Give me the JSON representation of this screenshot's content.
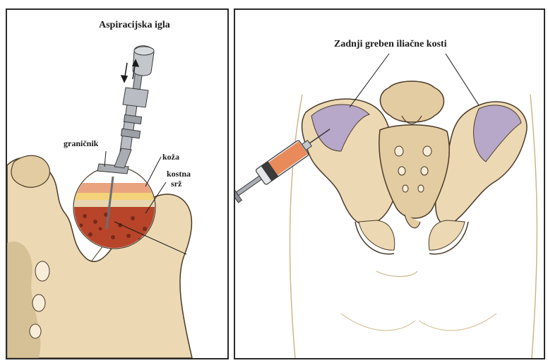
{
  "left_panel": {
    "title": "Aspiracijska igla",
    "labels": {
      "stopper": "graničnik",
      "skin": "koža",
      "marrow_line1": "kostna",
      "marrow_line2": "srž"
    }
  },
  "right_panel": {
    "title": "Zadnji greben iliačne kosti"
  },
  "colors": {
    "bone": "#ecd9b4",
    "bone_shadow": "#cdb68a",
    "crest": "#b7a8c9",
    "marrow": "#b8452a",
    "skin": "#e9a37e",
    "syringe_plunger": "#e98a5a",
    "metal": "#a9adb3",
    "outline": "#4a3a28"
  }
}
